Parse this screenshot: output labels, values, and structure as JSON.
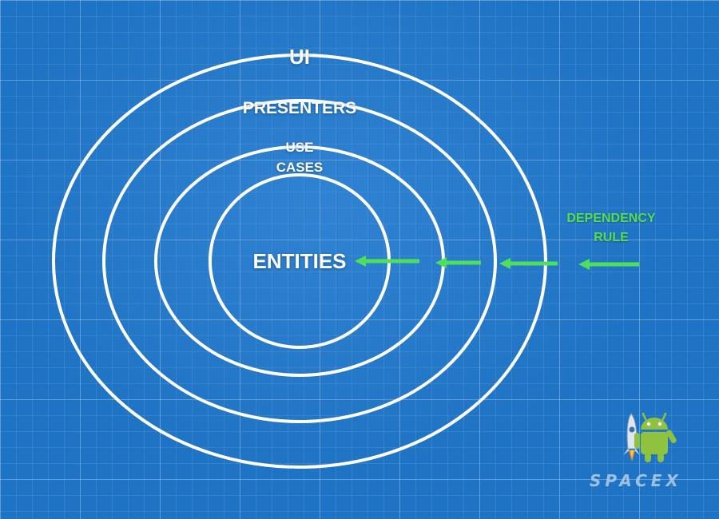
{
  "diagram": {
    "layers": {
      "outer": "UI",
      "second": "PRESENTERS",
      "third_line1": "USE",
      "third_line2": "CASES",
      "core": "ENTITIES"
    },
    "dependency_rule": {
      "line1": "DEPENDENCY",
      "line2": "RULE"
    }
  },
  "branding": {
    "logo_text": "SPACEX",
    "mascot": "android-robot-icon"
  },
  "colors": {
    "background": "#1f73c4",
    "ring": "#ffffff",
    "arrow": "#4fe05a",
    "dependency_text": "#55e04a"
  }
}
